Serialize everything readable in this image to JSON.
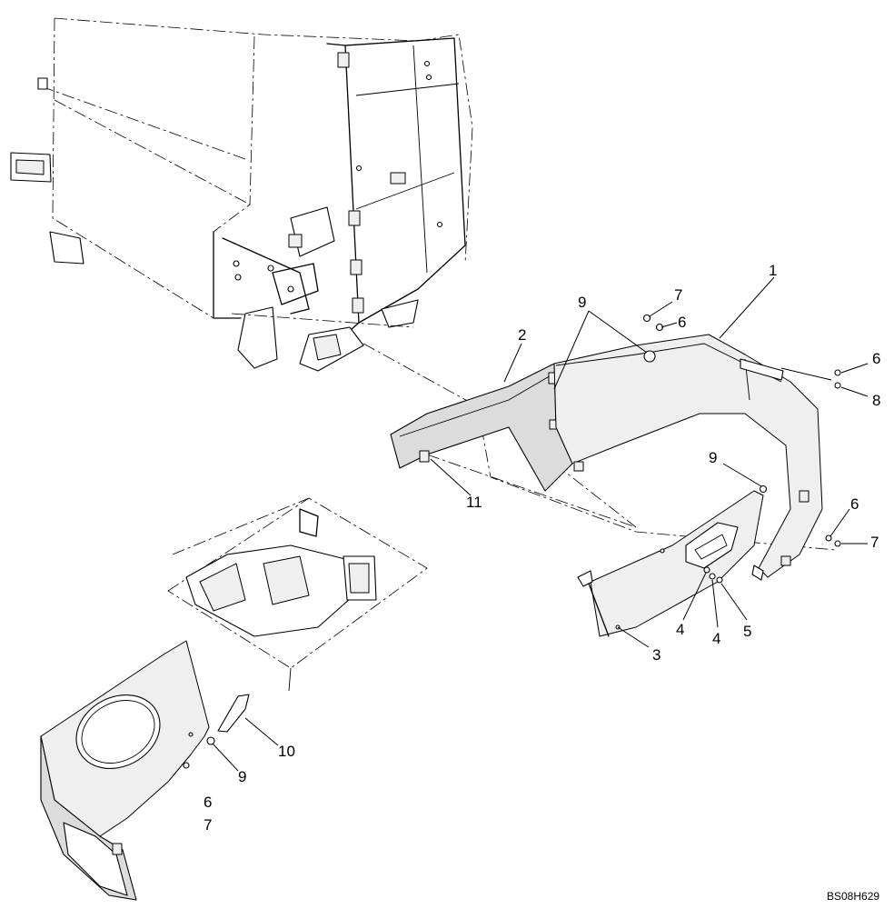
{
  "callouts": {
    "c1": "1",
    "c2": "2",
    "c3": "3",
    "c4a": "4",
    "c4b": "4",
    "c5": "5",
    "c6a": "6",
    "c6b": "6",
    "c6c": "6",
    "c6d": "6",
    "c7a": "7",
    "c7b": "7",
    "c7c": "7",
    "c8": "8",
    "c9a": "9",
    "c9b": "9",
    "c9c": "9",
    "c10": "10",
    "c11": "11"
  },
  "drawing_code": "BS08H629"
}
